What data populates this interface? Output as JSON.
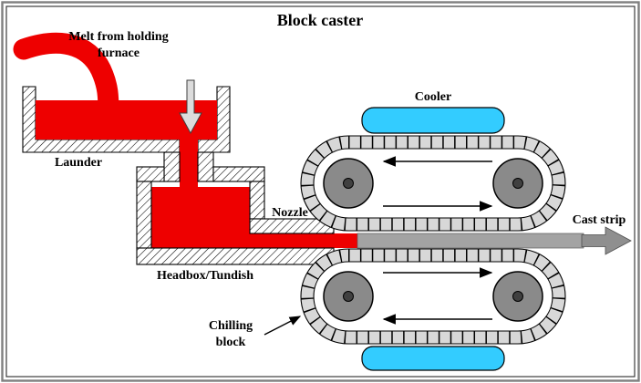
{
  "diagram": {
    "title": "Block caster",
    "labels": {
      "melt_source_line1": "Melt from holding",
      "melt_source_line2": "furnace",
      "launder": "Launder",
      "nozzle": "Nozzle",
      "headbox": "Headbox/Tundish",
      "cooler": "Cooler",
      "cast_strip": "Cast strip",
      "chilling_block_line1": "Chilling",
      "chilling_block_line2": "block"
    },
    "colors": {
      "melt_red": "#ee0000",
      "cooler_cyan": "#33ccff",
      "block_gray": "#d8d8d8",
      "wheel_gray": "#8a8a8a",
      "hub_gray": "#404040",
      "strip_gray": "#a3a3a3",
      "arrow_gray": "#8f8f8f"
    }
  }
}
